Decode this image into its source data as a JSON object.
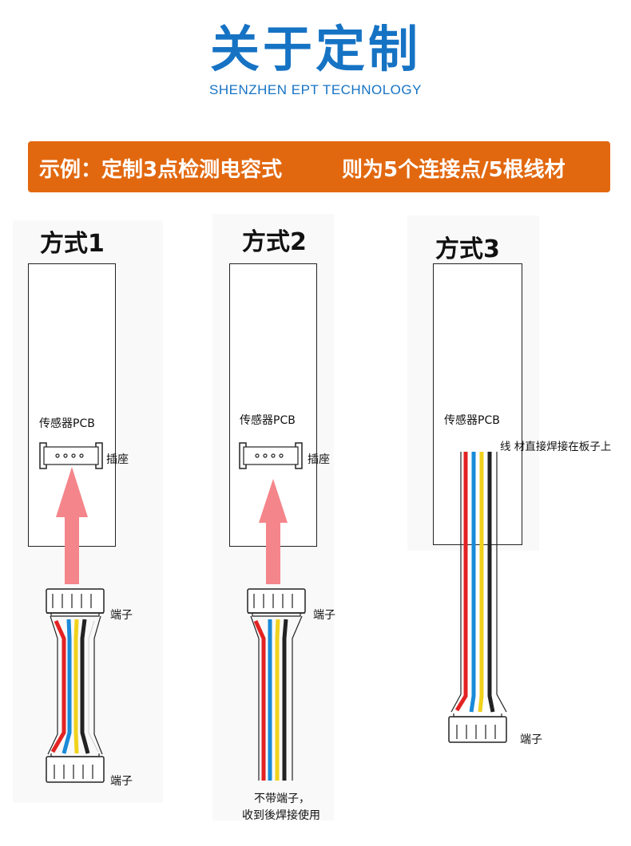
{
  "header": {
    "title": "关于定制",
    "subtitle": "SHENZHEN EPT TECHNOLOGY"
  },
  "banner": {
    "part1": "示例：定制3点检测电容式",
    "part2": "则为5个连接点/5根线材"
  },
  "methods": [
    {
      "title": "方式1",
      "pcb_label": "传感器PCB",
      "socket_label": "插座",
      "terminal_top": "端子",
      "terminal_bottom": "端子"
    },
    {
      "title": "方式2",
      "pcb_label": "传感器PCB",
      "socket_label": "插座",
      "terminal_top": "端子",
      "note_line1": "不带端子，",
      "note_line2": "收到後焊接使用"
    },
    {
      "title": "方式3",
      "pcb_label": "传感器PCB",
      "wire_note": "线 材直接焊接在板子上",
      "terminal": "端子"
    }
  ],
  "colors": {
    "brand_blue": "#1673c4",
    "banner_orange": "#e2680f",
    "arrow_pink": "#f4858a",
    "wires": [
      "#e32222",
      "#1a8ad8",
      "#f1d21b",
      "#222222",
      "#ffffff"
    ]
  }
}
